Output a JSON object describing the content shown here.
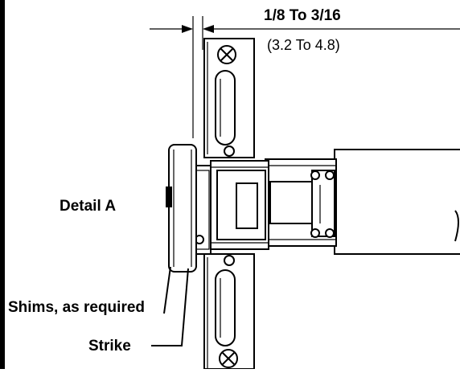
{
  "dimension": {
    "imperial": "1/8 To 3/16",
    "metric": "(3.2 To 4.8)"
  },
  "labels": {
    "detail": "Detail A",
    "shims": "Shims, as required",
    "strike": "Strike"
  }
}
